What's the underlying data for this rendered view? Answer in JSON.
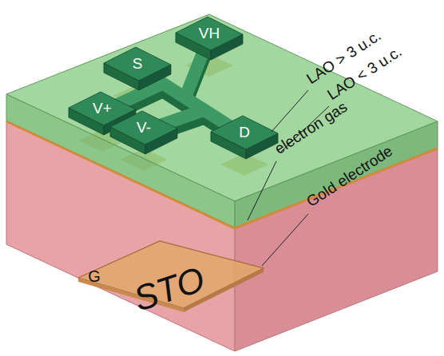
{
  "diagram": {
    "labels": [
      "S",
      "VH",
      "V+",
      "V-",
      "D",
      "LAO > 3 u.c.",
      "LAO < 3 u.c.",
      "electron gas",
      "Gold electrode",
      "G",
      "STO"
    ]
  }
}
